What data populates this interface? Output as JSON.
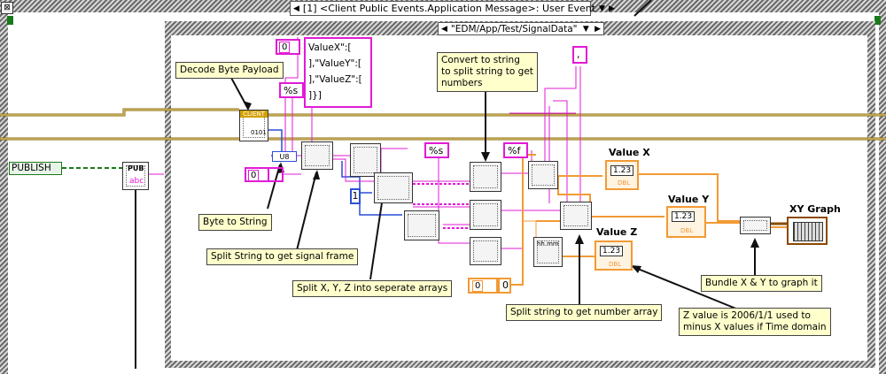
{
  "event_case": {
    "index": "[1]",
    "label": "<Client Public Events.Application Message>: User Event"
  },
  "case_selector": {
    "label": "\"EDM/App/Test/SignalData\""
  },
  "publish": {
    "label": "PUBLISH",
    "vi_label": "PUB",
    "vi_text": "abc"
  },
  "client_vi": {
    "label": "CLIENT",
    "sub": "0101"
  },
  "constants": {
    "template_lines": [
      "ValueX\":[",
      "],\"ValueY\":[",
      "],\"ValueZ\":[",
      "]}]"
    ],
    "zero_a": "0",
    "zero_b": "0",
    "format_s1": "%s",
    "format_s2": "%s",
    "format_f": "%f",
    "comma": ",",
    "one": "1",
    "u8": "U8",
    "orange_zero": "0",
    "orange_zero2": "0"
  },
  "indicators": {
    "value_x": "Value X",
    "value_y": "Value Y",
    "value_z": "Value Z",
    "xy_graph": "XY Graph",
    "num_tag": "1.23",
    "dbl_tag": "DBL",
    "hhmm": "hh.mm"
  },
  "notes": {
    "decode": "Decode Byte Payload",
    "byte_to_string": "Byte to String",
    "split_frame": "Split String to get signal frame",
    "split_xyz": "Split X, Y, Z into seperate arrays",
    "convert": [
      "Convert to string",
      "to split string to get",
      "numbers"
    ],
    "split_number": "Split string to get number array",
    "bundle": "Bundle X & Y to graph it",
    "z_value": [
      "Z value is 2006/1/1 used to",
      "minus X values if Time domain"
    ]
  },
  "colors": {
    "string_wire": "#e21bd6",
    "numeric_wire": "#f29a35",
    "int_wire": "#2a4fd8",
    "cluster_wire": "#8b6914"
  }
}
